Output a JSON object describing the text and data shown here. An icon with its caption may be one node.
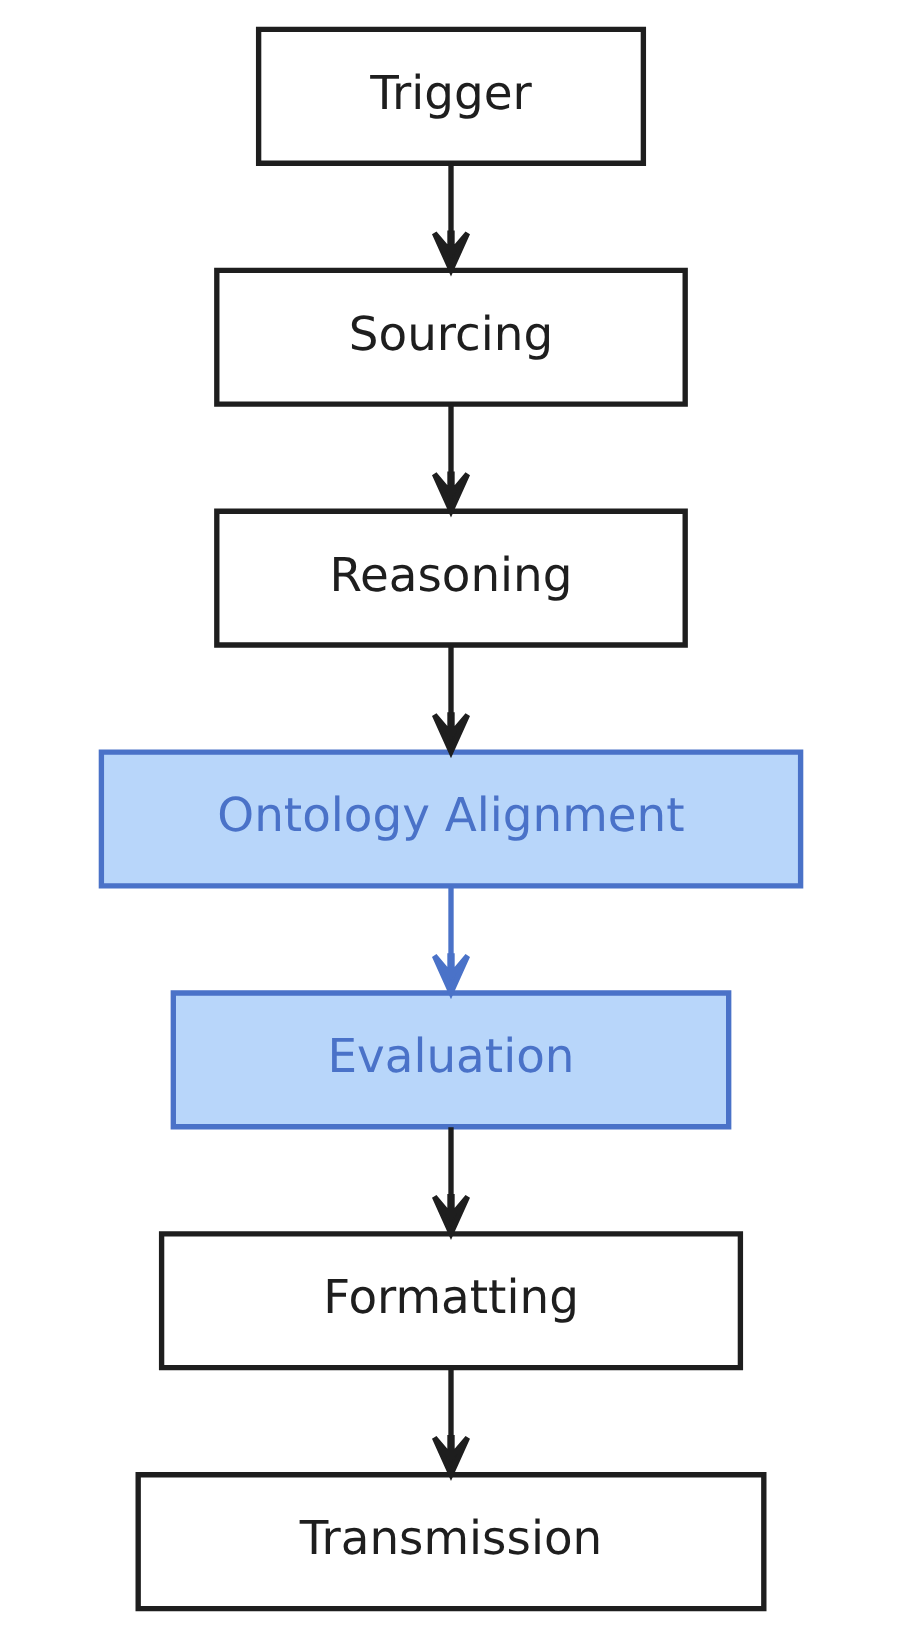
{
  "diagram": {
    "nodes": [
      {
        "text": [
          "Trigger"
        ]
      },
      {
        "text": [
          "Sourcing"
        ]
      },
      {
        "text": [
          "Reasoning"
        ]
      },
      {
        "text": [
          "Ontology Alignment"
        ]
      },
      {
        "text": [
          "Evaluation"
        ]
      },
      {
        "text": [
          "Formatting"
        ]
      },
      {
        "text": [
          "Transmission"
        ]
      }
    ],
    "edges": [
      {
        "from": 0,
        "to": 1,
        "arrow": "to"
      },
      {
        "from": 1,
        "to": 2,
        "arrow": "to"
      },
      {
        "from": 2,
        "to": 3,
        "arrow": "to"
      },
      {
        "from": 3,
        "to": 4,
        "arrow": "to",
        "color": "#4a72c8"
      },
      {
        "from": 4,
        "to": 5,
        "arrow": "to"
      },
      {
        "from": 5,
        "to": 6,
        "arrow": "to"
      }
    ]
  }
}
